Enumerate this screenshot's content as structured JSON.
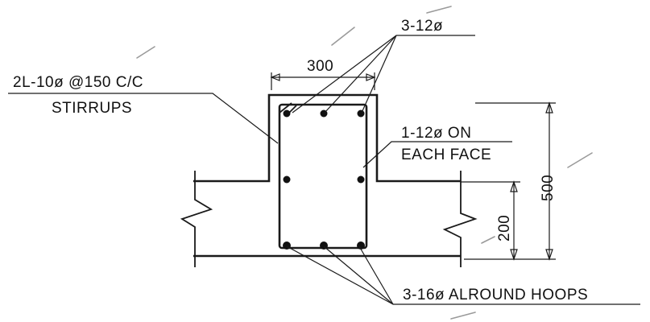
{
  "labels": {
    "top_bars": "3-12ø",
    "width_dim": "300",
    "stirrups_line1": "2L-10ø @150 C/C",
    "stirrups_line2": "STIRRUPS",
    "side_bars_line1": "1-12ø ON",
    "side_bars_line2": "EACH FACE",
    "depth_dim": "500",
    "slab_dim": "200",
    "bottom_bars": "3-16ø ALROUND HOOPS"
  },
  "rebar": {
    "top_count": 3,
    "side_per_face": 1,
    "bottom_count": 3
  }
}
